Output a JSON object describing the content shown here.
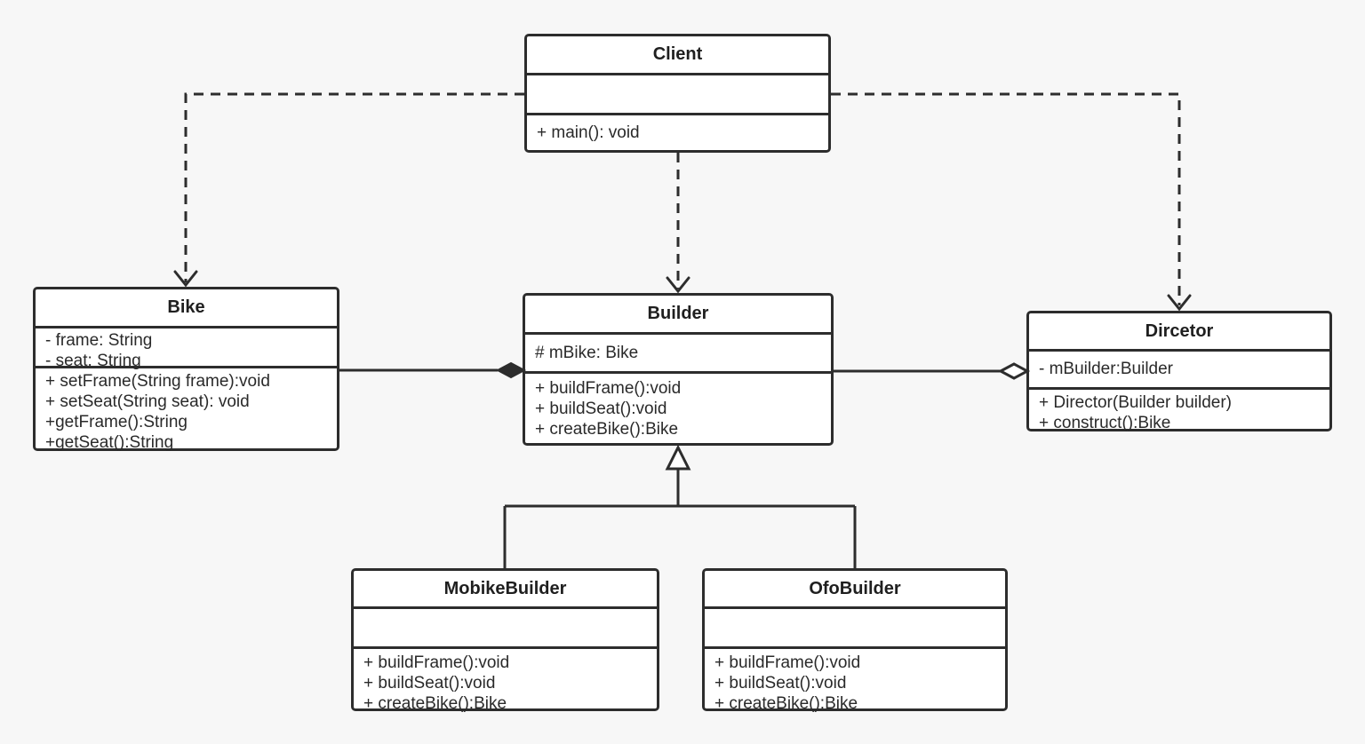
{
  "diagram_type": "uml-class-diagram",
  "colors": {
    "background": "#f7f7f7",
    "box_fill": "#ffffff",
    "line": "#2d2d2d",
    "text": "#2a2a2a"
  },
  "classes": {
    "client": {
      "name": "Client",
      "attributes": [],
      "methods": [
        "+ main(): void"
      ]
    },
    "bike": {
      "name": "Bike",
      "attributes": [
        "- frame: String",
        "- seat: String"
      ],
      "methods": [
        "+ setFrame(String frame):void",
        "+ setSeat(String seat): void",
        "+getFrame():String",
        "+getSeat():String"
      ]
    },
    "builder": {
      "name": "Builder",
      "attributes": [
        "# mBike: Bike"
      ],
      "methods": [
        "+ buildFrame():void",
        "+ buildSeat():void",
        "+ createBike():Bike"
      ]
    },
    "dircetor": {
      "name": "Dircetor",
      "attributes": [
        "- mBuilder:Builder"
      ],
      "methods": [
        "+ Director(Builder builder)",
        "+ construct():Bike"
      ]
    },
    "mobike_builder": {
      "name": "MobikeBuilder",
      "attributes": [],
      "methods": [
        "+ buildFrame():void",
        "+ buildSeat():void",
        "+ createBike():Bike"
      ]
    },
    "ofo_builder": {
      "name": "OfoBuilder",
      "attributes": [],
      "methods": [
        "+ buildFrame():void",
        "+ buildSeat():void",
        "+ createBike():Bike"
      ]
    }
  },
  "relationships": [
    {
      "type": "dependency",
      "from": "Client",
      "to": "Bike",
      "line": "dashed",
      "marker": "open-arrow"
    },
    {
      "type": "dependency",
      "from": "Client",
      "to": "Builder",
      "line": "dashed",
      "marker": "open-arrow"
    },
    {
      "type": "dependency",
      "from": "Client",
      "to": "Dircetor",
      "line": "dashed",
      "marker": "open-arrow"
    },
    {
      "type": "composition",
      "from": "Bike",
      "to": "Builder",
      "line": "solid",
      "marker": "filled-diamond-at-builder"
    },
    {
      "type": "aggregation",
      "from": "Builder",
      "to": "Dircetor",
      "line": "solid",
      "marker": "open-diamond-at-dircetor"
    },
    {
      "type": "generalization",
      "from": "MobikeBuilder",
      "to": "Builder",
      "line": "solid",
      "marker": "hollow-triangle-at-builder"
    },
    {
      "type": "generalization",
      "from": "OfoBuilder",
      "to": "Builder",
      "line": "solid",
      "marker": "hollow-triangle-at-builder"
    }
  ]
}
